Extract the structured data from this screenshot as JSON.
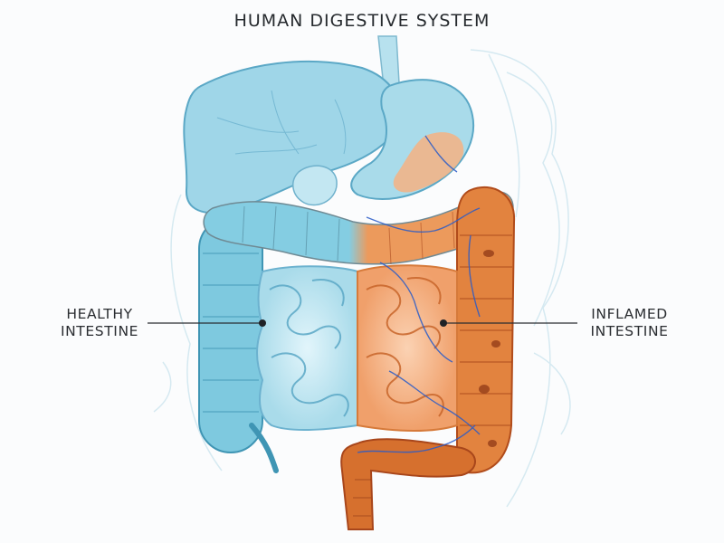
{
  "title": "HUMAN DIGESTIVE SYSTEM",
  "labels": {
    "healthy": {
      "line1": "HEALTHY",
      "line2": "INTESTINE"
    },
    "inflamed": {
      "line1": "INFLAMED",
      "line2": "INTESTINE"
    }
  },
  "colors": {
    "healthy": "#7ec9df",
    "healthy_dark": "#3f95b4",
    "inflamed": "#e2833f",
    "inflamed_dark": "#b14c1b",
    "inflamed_light": "#f6b183",
    "vessel": "#2a5cc8"
  }
}
